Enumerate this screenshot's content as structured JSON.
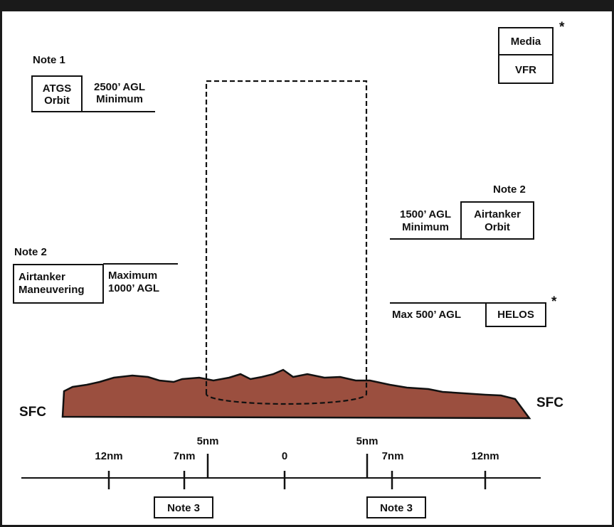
{
  "atgs": {
    "note": "Note 1",
    "label_line1": "ATGS",
    "label_line2": "Orbit",
    "alt_line1": "2500’ AGL",
    "alt_line2": "Minimum"
  },
  "media": {
    "line1": "Media",
    "line2": "VFR",
    "asterisk": "*"
  },
  "airtanker_orbit": {
    "note": "Note 2",
    "alt_line1": "1500’ AGL",
    "alt_line2": "Minimum",
    "label_line1": "Airtanker",
    "label_line2": "Orbit"
  },
  "airtanker_maneuvering": {
    "note": "Note 2",
    "label_line1": "Airtanker",
    "label_line2": "Maneuvering",
    "alt_line1": "Maximum",
    "alt_line2": "1000’ AGL"
  },
  "helos": {
    "alt": "Max 500’ AGL",
    "label": "HELOS",
    "asterisk": "*"
  },
  "surface": {
    "left": "SFC",
    "right": "SFC",
    "terrain_color": "#9b4f3f"
  },
  "scale": {
    "ticks": [
      "12nm",
      "7nm",
      "5nm",
      "0",
      "5nm",
      "7nm",
      "12nm"
    ],
    "notes": [
      "Note 3",
      "Note 3"
    ]
  }
}
